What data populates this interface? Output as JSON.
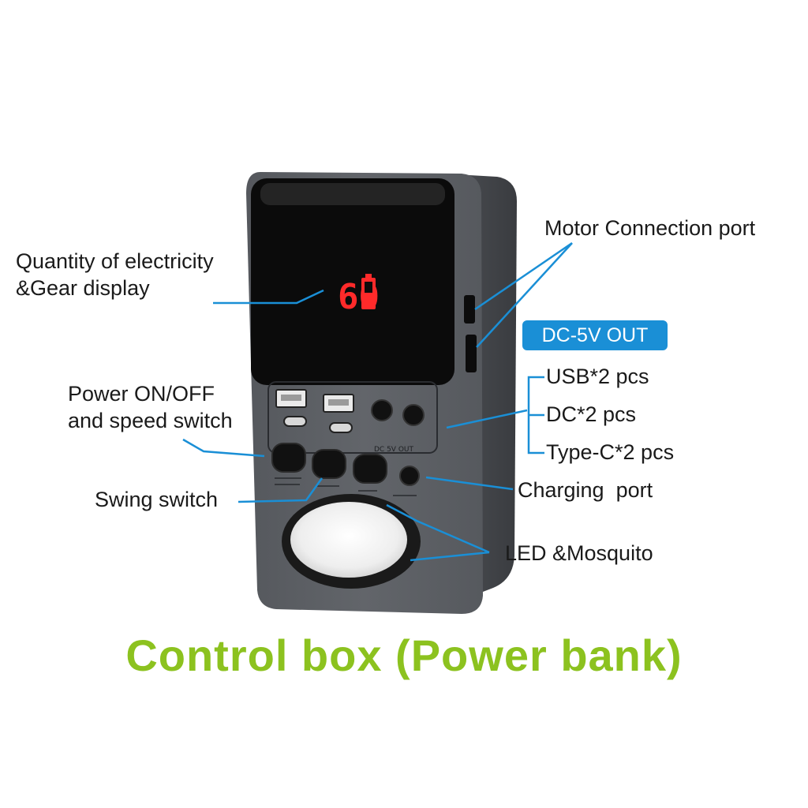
{
  "title": "Control box (Power bank)",
  "display": {
    "readout": "60"
  },
  "device_print": {
    "panel_label": "DC 5V OUT"
  },
  "labels": {
    "display": "Quantity of electricity\n&Gear display",
    "power": "Power ON/OFF\nand speed switch",
    "swing": "Swing switch",
    "motor": "Motor Connection port",
    "dc_out_badge": "DC-5V OUT",
    "usb": "USB*2 pcs",
    "dc": "DC*2 pcs",
    "typec": "Type-C*2 pcs",
    "charging": "Charging  port",
    "led": "LED &Mosquito"
  },
  "colors": {
    "accent": "#8cc21f",
    "callout": "#1a8fd6",
    "device": "#5a5d62",
    "digits": "#ff2a2a"
  }
}
